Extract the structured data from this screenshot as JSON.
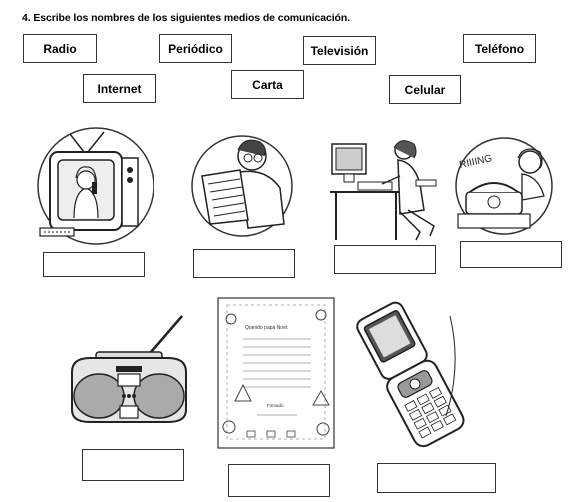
{
  "instruction": "4. Escribe los nombres de los siguientes medios de comunicación.",
  "words": [
    "Radio",
    "Periódico",
    "Televisión",
    "Teléfono",
    "Internet",
    "Carta",
    "Celular"
  ],
  "images": {
    "television": "television-illustration",
    "newspaper": "newspaper-reader-illustration",
    "computer": "computer-user-illustration",
    "telephone": "telephone-caller-illustration",
    "radio": "boombox-radio-illustration",
    "letter": "letter-illustration",
    "cellphone": "flip-cellphone-illustration"
  },
  "letter_text": {
    "greeting": "Querido papá Noel:",
    "signature": "Firmado"
  },
  "phone_sound": "RIIIING"
}
